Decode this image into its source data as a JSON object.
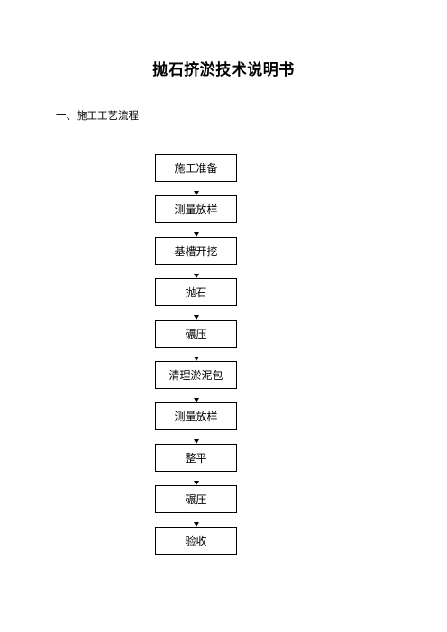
{
  "document": {
    "title": "抛石挤淤技术说明书",
    "section_heading": "一、施工工艺流程"
  },
  "flowchart": {
    "steps": [
      {
        "label": "施工准备"
      },
      {
        "label": "测量放样"
      },
      {
        "label": "基槽开挖"
      },
      {
        "label": "抛石"
      },
      {
        "label": "碾压"
      },
      {
        "label": "清理淤泥包"
      },
      {
        "label": "测量放样"
      },
      {
        "label": "整平"
      },
      {
        "label": "碾压"
      },
      {
        "label": "验收"
      }
    ]
  }
}
